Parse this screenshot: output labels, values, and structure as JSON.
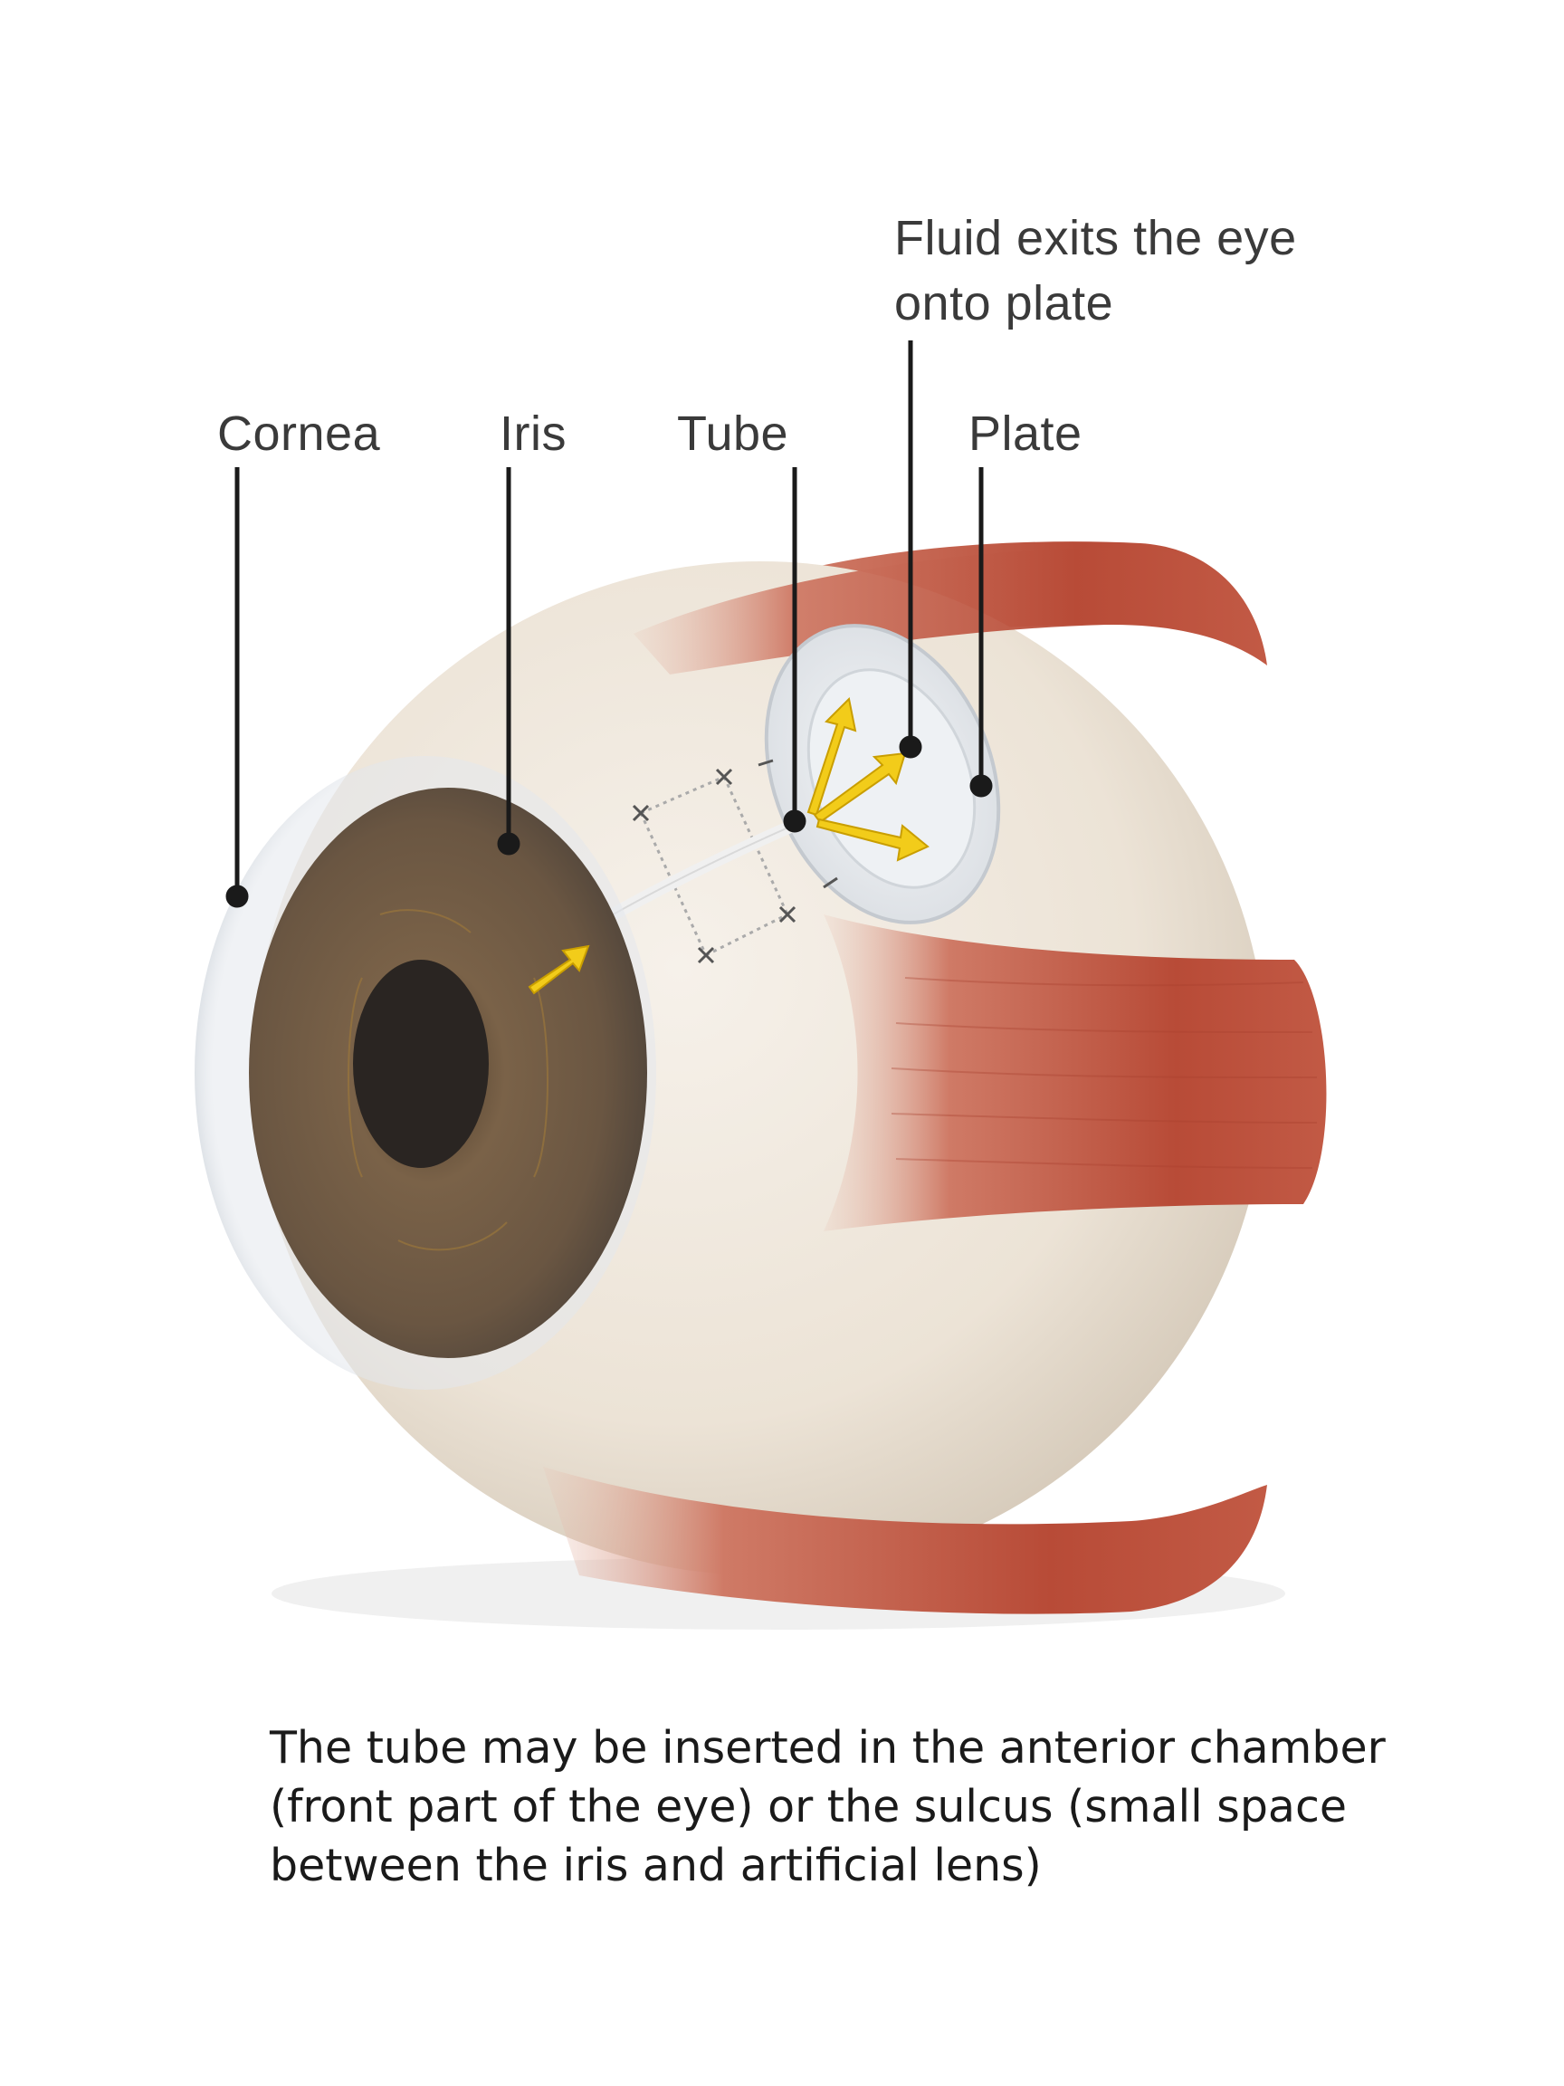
{
  "labels": {
    "cornea": "Cornea",
    "iris": "Iris",
    "tube": "Tube",
    "plate": "Plate",
    "fluid_line1": "Fluid exits the eye",
    "fluid_line2": "onto plate"
  },
  "caption": "The tube may be inserted in the anterior chamber (front part of the eye) or the sulcus (small space between the iris and artificial lens)",
  "colors": {
    "sclera": "#e9e0d2",
    "muscle": "#c05a45",
    "iris": "#6e5a44",
    "pupil": "#2a2522",
    "arrow": "#f2cc1a",
    "leader_line": "#1a1a1a"
  }
}
